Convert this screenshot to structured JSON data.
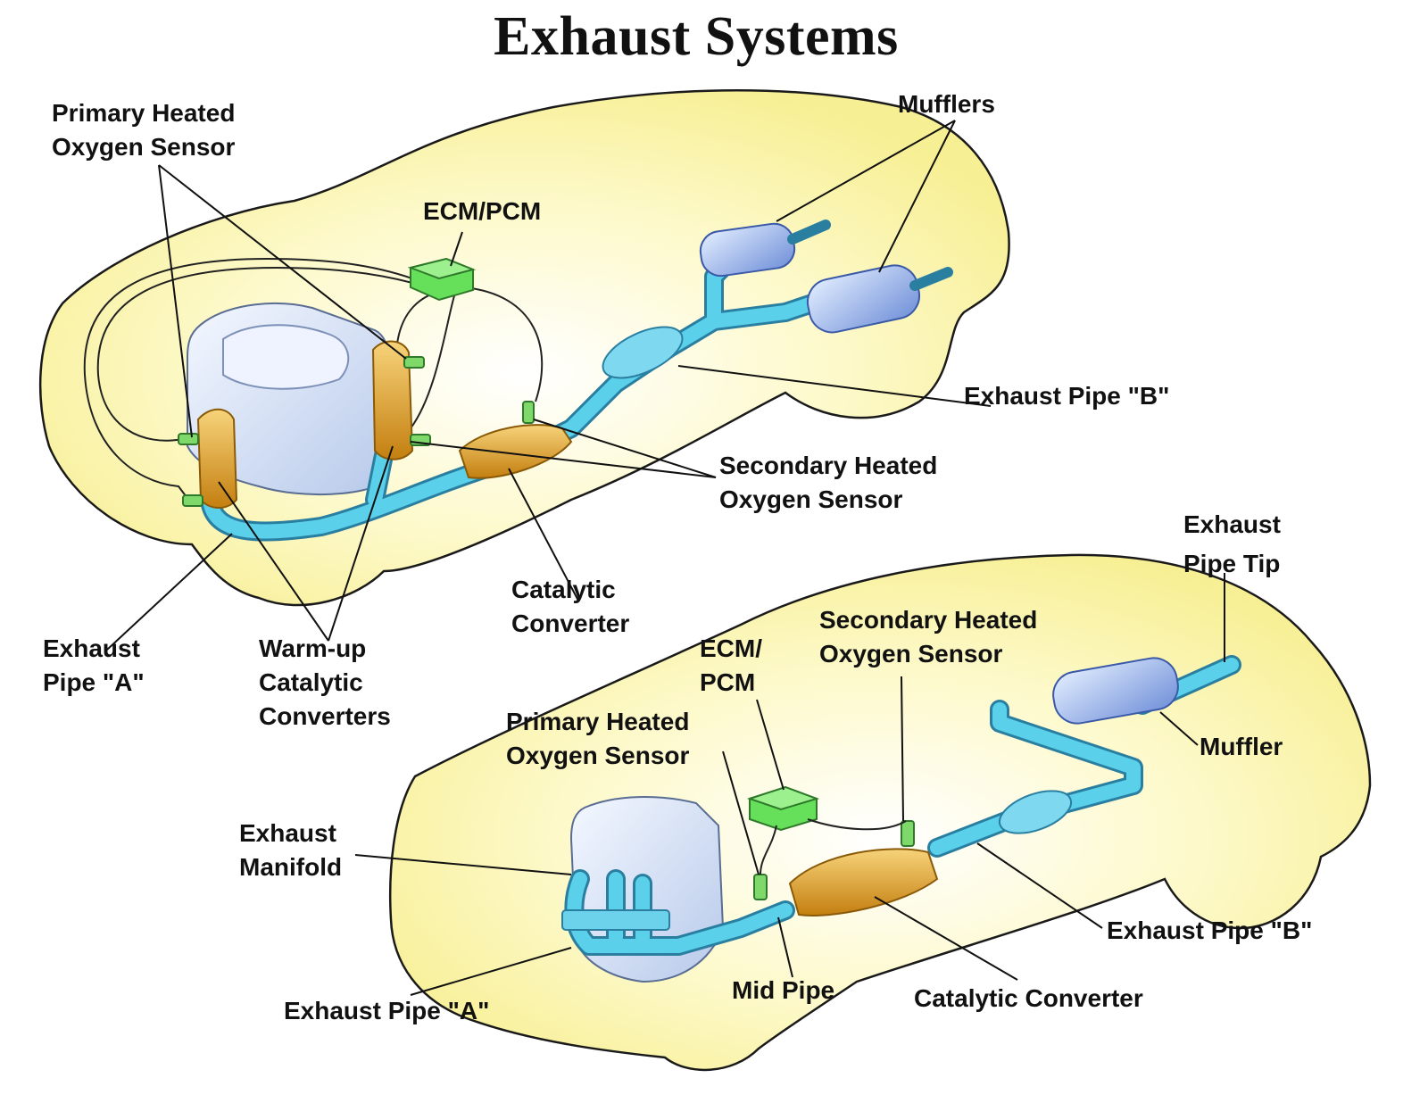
{
  "title": "Exhaust Systems",
  "colors": {
    "car_body": "#fbf7b6",
    "car_outline": "#1a1a1a",
    "pipe": "#4cc4e2",
    "engine": "#d8e4f5",
    "converter": "#e5a62a",
    "ecm": "#66e05a",
    "sensor": "#7ed86a",
    "muffler": "#a9c4ec"
  },
  "top_view": {
    "primary_sensor": {
      "line1": "Primary Heated",
      "line2": "Oxygen Sensor"
    },
    "ecm": "ECM/PCM",
    "mufflers": "Mufflers",
    "exhaust_pipe_b": "Exhaust Pipe \"B\"",
    "secondary_sensor": {
      "line1": "Secondary Heated",
      "line2": "Oxygen Sensor"
    },
    "catalytic_converter": {
      "line1": "Catalytic",
      "line2": "Converter"
    },
    "exhaust_pipe_a": {
      "line1": "Exhaust",
      "line2": "Pipe \"A\""
    },
    "warmup_converters": {
      "line1": "Warm-up",
      "line2": "Catalytic",
      "line3": "Converters"
    }
  },
  "bottom_view": {
    "exhaust_pipe_tip": {
      "line1": "Exhaust",
      "line2": "Pipe Tip"
    },
    "secondary_sensor": {
      "line1": "Secondary Heated",
      "line2": "Oxygen Sensor"
    },
    "ecm": {
      "line1": "ECM/",
      "line2": "PCM"
    },
    "primary_sensor": {
      "line1": "Primary Heated",
      "line2": "Oxygen Sensor"
    },
    "muffler": "Muffler",
    "exhaust_manifold": {
      "line1": "Exhaust",
      "line2": "Manifold"
    },
    "exhaust_pipe_b": "Exhaust Pipe \"B\"",
    "exhaust_pipe_a": "Exhaust Pipe \"A\"",
    "mid_pipe": "Mid Pipe",
    "catalytic_converter": "Catalytic Converter"
  }
}
